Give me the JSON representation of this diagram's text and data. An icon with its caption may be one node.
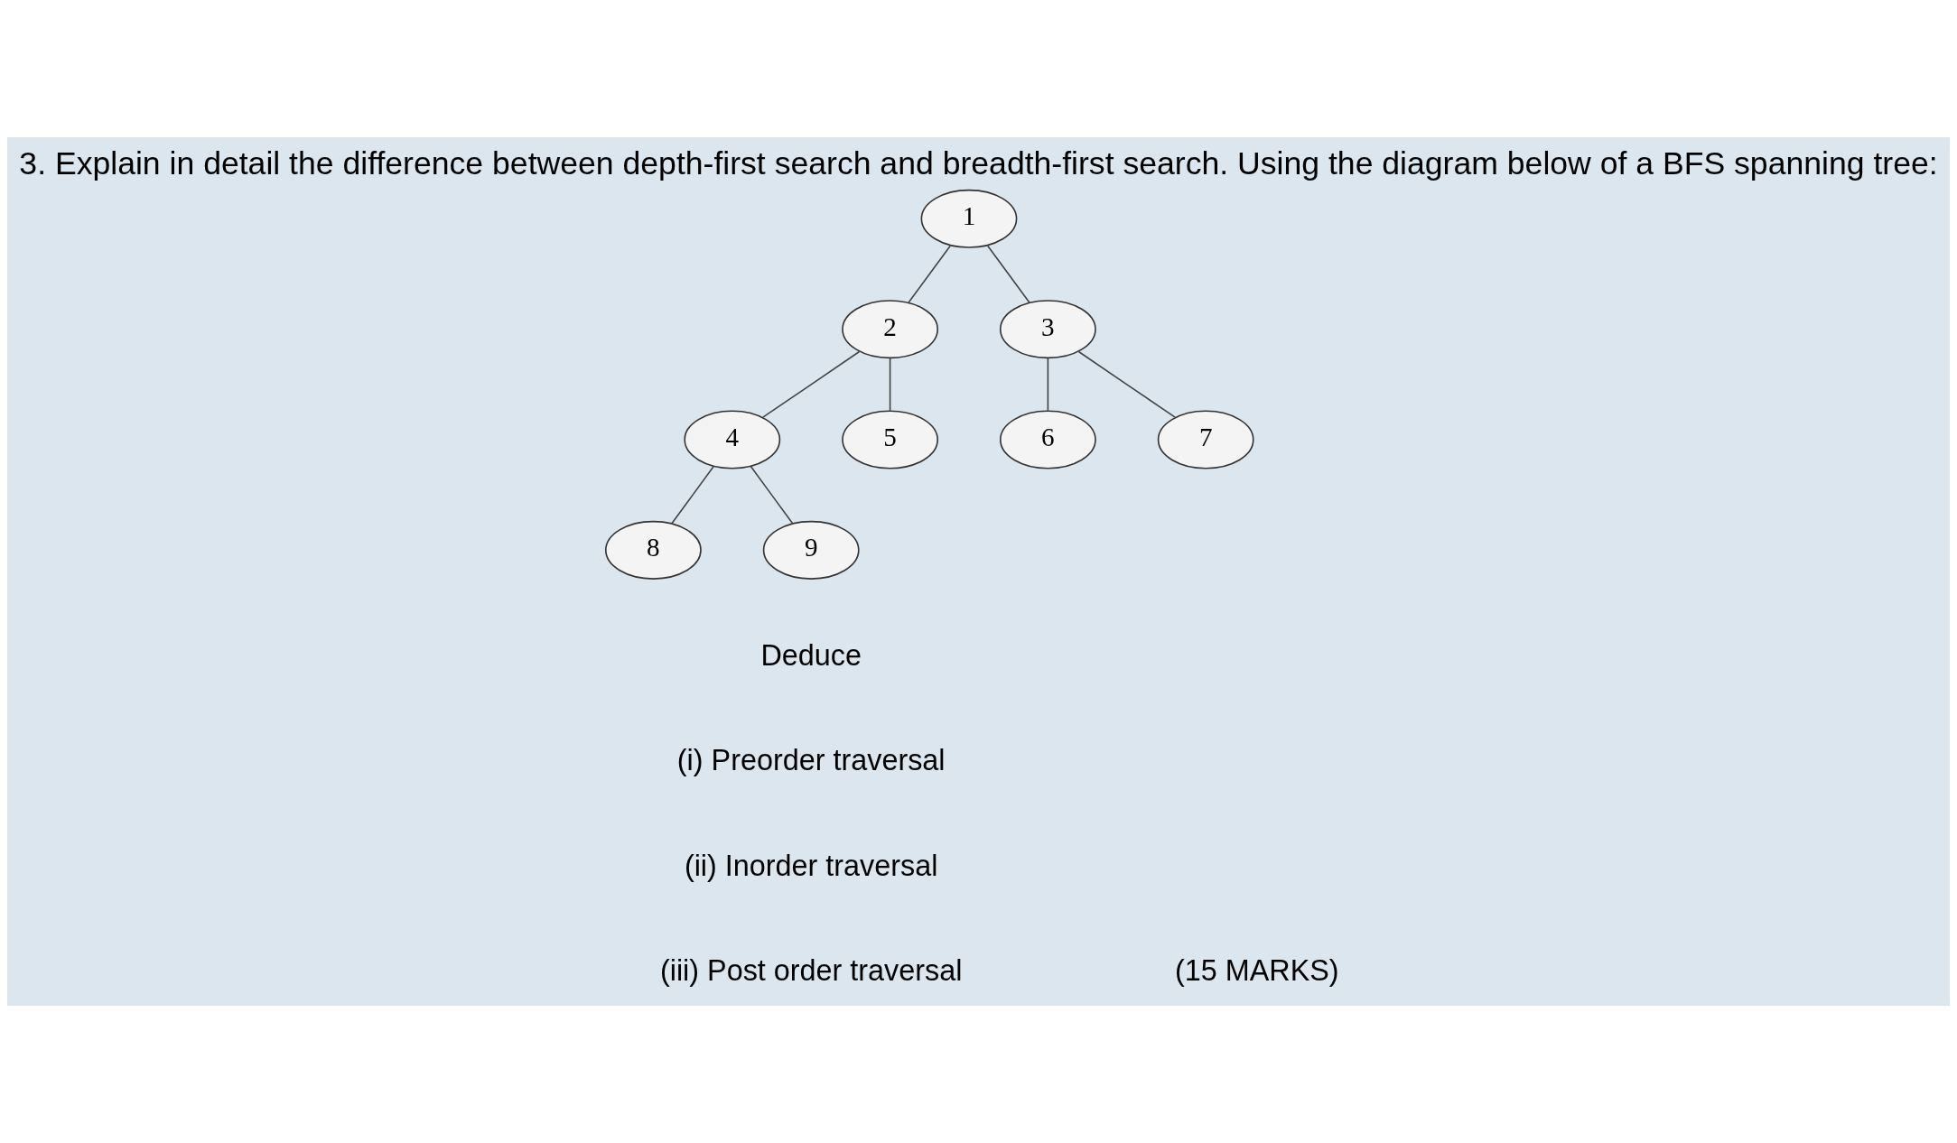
{
  "diagram": {
    "title": "3. Explain in detail the difference between depth-first search and breadth-first search. Using the diagram below of a BFS spanning tree:",
    "nodes": [
      {
        "text": [
          "1"
        ]
      },
      {
        "text": [
          "2"
        ]
      },
      {
        "text": [
          "3"
        ]
      },
      {
        "text": [
          "4"
        ]
      },
      {
        "text": [
          "5"
        ]
      },
      {
        "text": [
          "6"
        ]
      },
      {
        "text": [
          "7"
        ]
      },
      {
        "text": [
          "8"
        ]
      },
      {
        "text": [
          "9"
        ]
      }
    ],
    "edges": [
      {
        "from": 0,
        "to": 1,
        "arrow": "none"
      },
      {
        "from": 0,
        "to": 2,
        "arrow": "none"
      },
      {
        "from": 1,
        "to": 3,
        "arrow": "none"
      },
      {
        "from": 1,
        "to": 4,
        "arrow": "none"
      },
      {
        "from": 2,
        "to": 5,
        "arrow": "none"
      },
      {
        "from": 2,
        "to": 6,
        "arrow": "none"
      },
      {
        "from": 3,
        "to": 7,
        "arrow": "none"
      },
      {
        "from": 3,
        "to": 8,
        "arrow": "none"
      }
    ],
    "labels": [
      "Deduce",
      "(i) Preorder traversal",
      "(ii) Inorder traversal",
      "(iii) Post order traversal",
      "(15 MARKS)"
    ]
  }
}
